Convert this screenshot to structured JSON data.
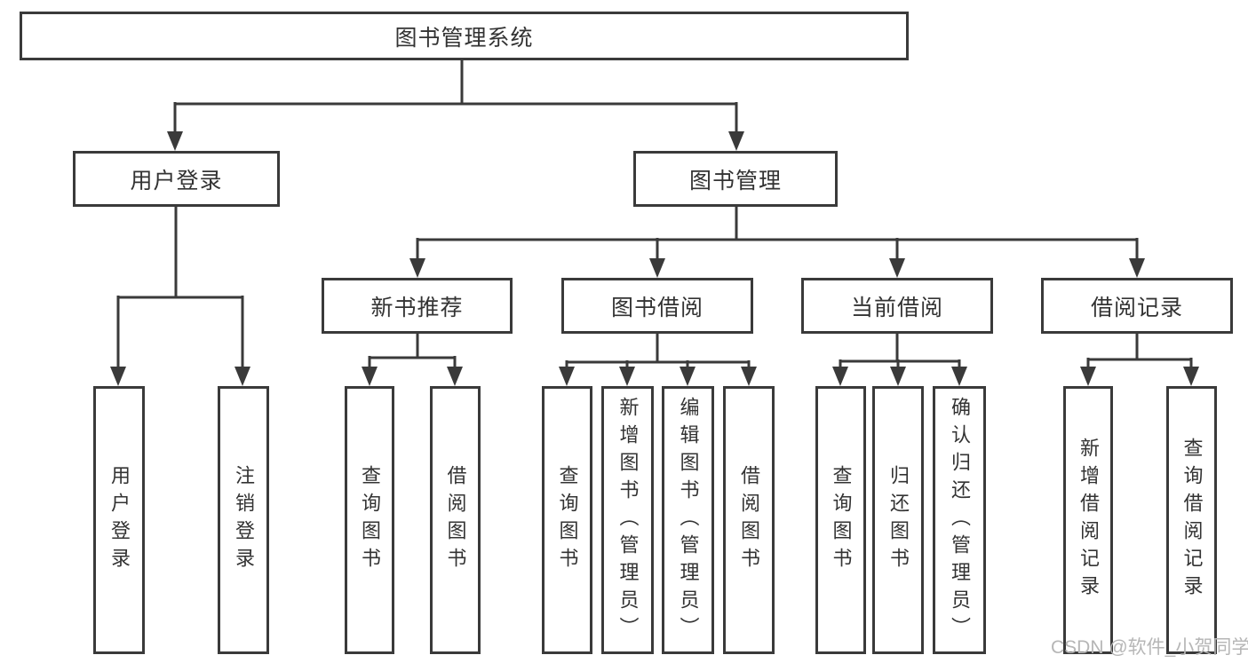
{
  "colors": {
    "line": "#3a3a3a",
    "text": "#333333",
    "background": "#ffffff",
    "watermark_color": "#b6b6b6"
  },
  "diagram": {
    "root": {
      "label": "图书管理系统"
    },
    "level2": {
      "user_login": {
        "label": "用户登录"
      },
      "book_mgmt": {
        "label": "图书管理"
      }
    },
    "level3": {
      "new_book_rec": {
        "label": "新书推荐"
      },
      "book_borrow": {
        "label": "图书借阅"
      },
      "current_borrow": {
        "label": "当前借阅"
      },
      "borrow_records": {
        "label": "借阅记录"
      }
    },
    "leaves": {
      "user_login_leaf": {
        "label": "用户登录"
      },
      "logout": {
        "label": "注销登录"
      },
      "rec_query_books": {
        "label": "查询图书"
      },
      "rec_borrow_books": {
        "label": "借阅图书"
      },
      "bb_query_books": {
        "label": "查询图书"
      },
      "bb_add_books": {
        "label": "新增图书（管理员）"
      },
      "bb_edit_books": {
        "label": "编辑图书（管理员）"
      },
      "bb_borrow_books": {
        "label": "借阅图书"
      },
      "cb_query_books": {
        "label": "查询图书"
      },
      "cb_return_books": {
        "label": "归还图书"
      },
      "cb_confirm_return": {
        "label": "确认归还（管理员）"
      },
      "br_add_record": {
        "label": "新增借阅记录"
      },
      "br_query_record": {
        "label": "查询借阅记录"
      }
    }
  },
  "watermark": {
    "text": "CSDN @软件_小贺同学"
  }
}
